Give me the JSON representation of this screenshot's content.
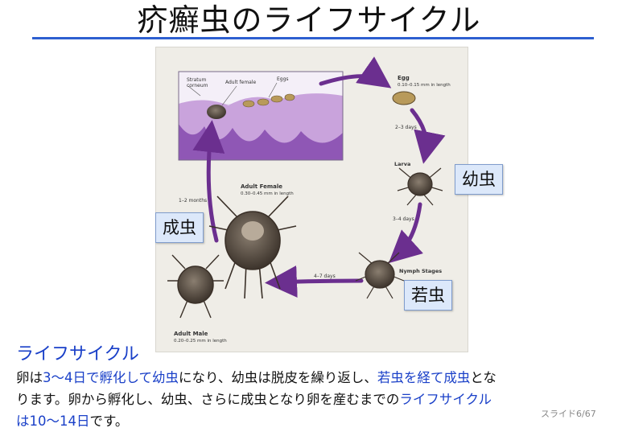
{
  "title": "疥癬虫のライフサイクル",
  "figure": {
    "labels": {
      "stratum": "Stratum",
      "corneum": "corneum",
      "adult_female_skin": "Adult female",
      "eggs": "Eggs",
      "egg": "Egg",
      "egg_size": "0.10–0.15 mm in length",
      "days_2_3": "2–3 days",
      "larva": "Larva",
      "days_3_4": "3–4 days",
      "nymph": "Nymph Stages",
      "days_4_7": "4–7 days",
      "adult_female": "Adult Female",
      "adult_female_size": "0.30–0.45 mm in length",
      "months_1_2": "1–2 months",
      "adult_male": "Adult Male",
      "adult_male_size": "0.20–0.25 mm in length"
    }
  },
  "callouts": {
    "larva": "幼虫",
    "adult": "成虫",
    "nymph": "若虫"
  },
  "section": {
    "heading": "ライフサイクル",
    "line1": {
      "p1": "卵は",
      "h1": "3～4日で孵化して幼虫",
      "p2": "になり、幼虫は脱皮を繰り返し、",
      "h2": "若虫を経て成虫",
      "p3": "とな"
    },
    "line2": {
      "p1": "ります。卵から孵化し、幼虫、さらに成虫となり卵を産むまでの",
      "h1": "ライフサイクル"
    },
    "line3": {
      "h1": "は10～14日",
      "p1": "です。"
    }
  },
  "slide_number": "スライド6/67",
  "colors": {
    "accent": "#1a40c8",
    "rule": "#2d5fd0",
    "arrow": "#6b2f8f",
    "callout_bg": "#dce8fa"
  }
}
